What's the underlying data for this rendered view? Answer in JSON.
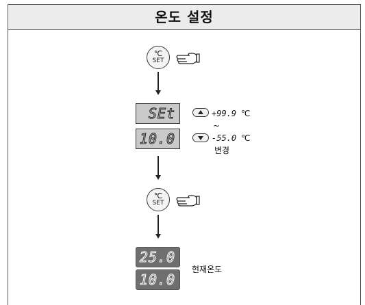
{
  "header": {
    "title": "온도 설정"
  },
  "set_button": {
    "degree_symbol": "℃",
    "label": "SET"
  },
  "display_top": {
    "value": "SEt"
  },
  "display_bottom": {
    "value": "10.0"
  },
  "range": {
    "max": "+99.9",
    "max_unit": "℃",
    "tilde": "~",
    "min": "-55.0",
    "min_unit": "℃",
    "change_label": "변경"
  },
  "result_display": {
    "current": "25.0",
    "set": "10.0",
    "label": "현재온도"
  },
  "icons": {
    "up_key": "up-triangle-icon",
    "down_key": "down-triangle-icon",
    "pointer": "pointing-hand-icon"
  }
}
